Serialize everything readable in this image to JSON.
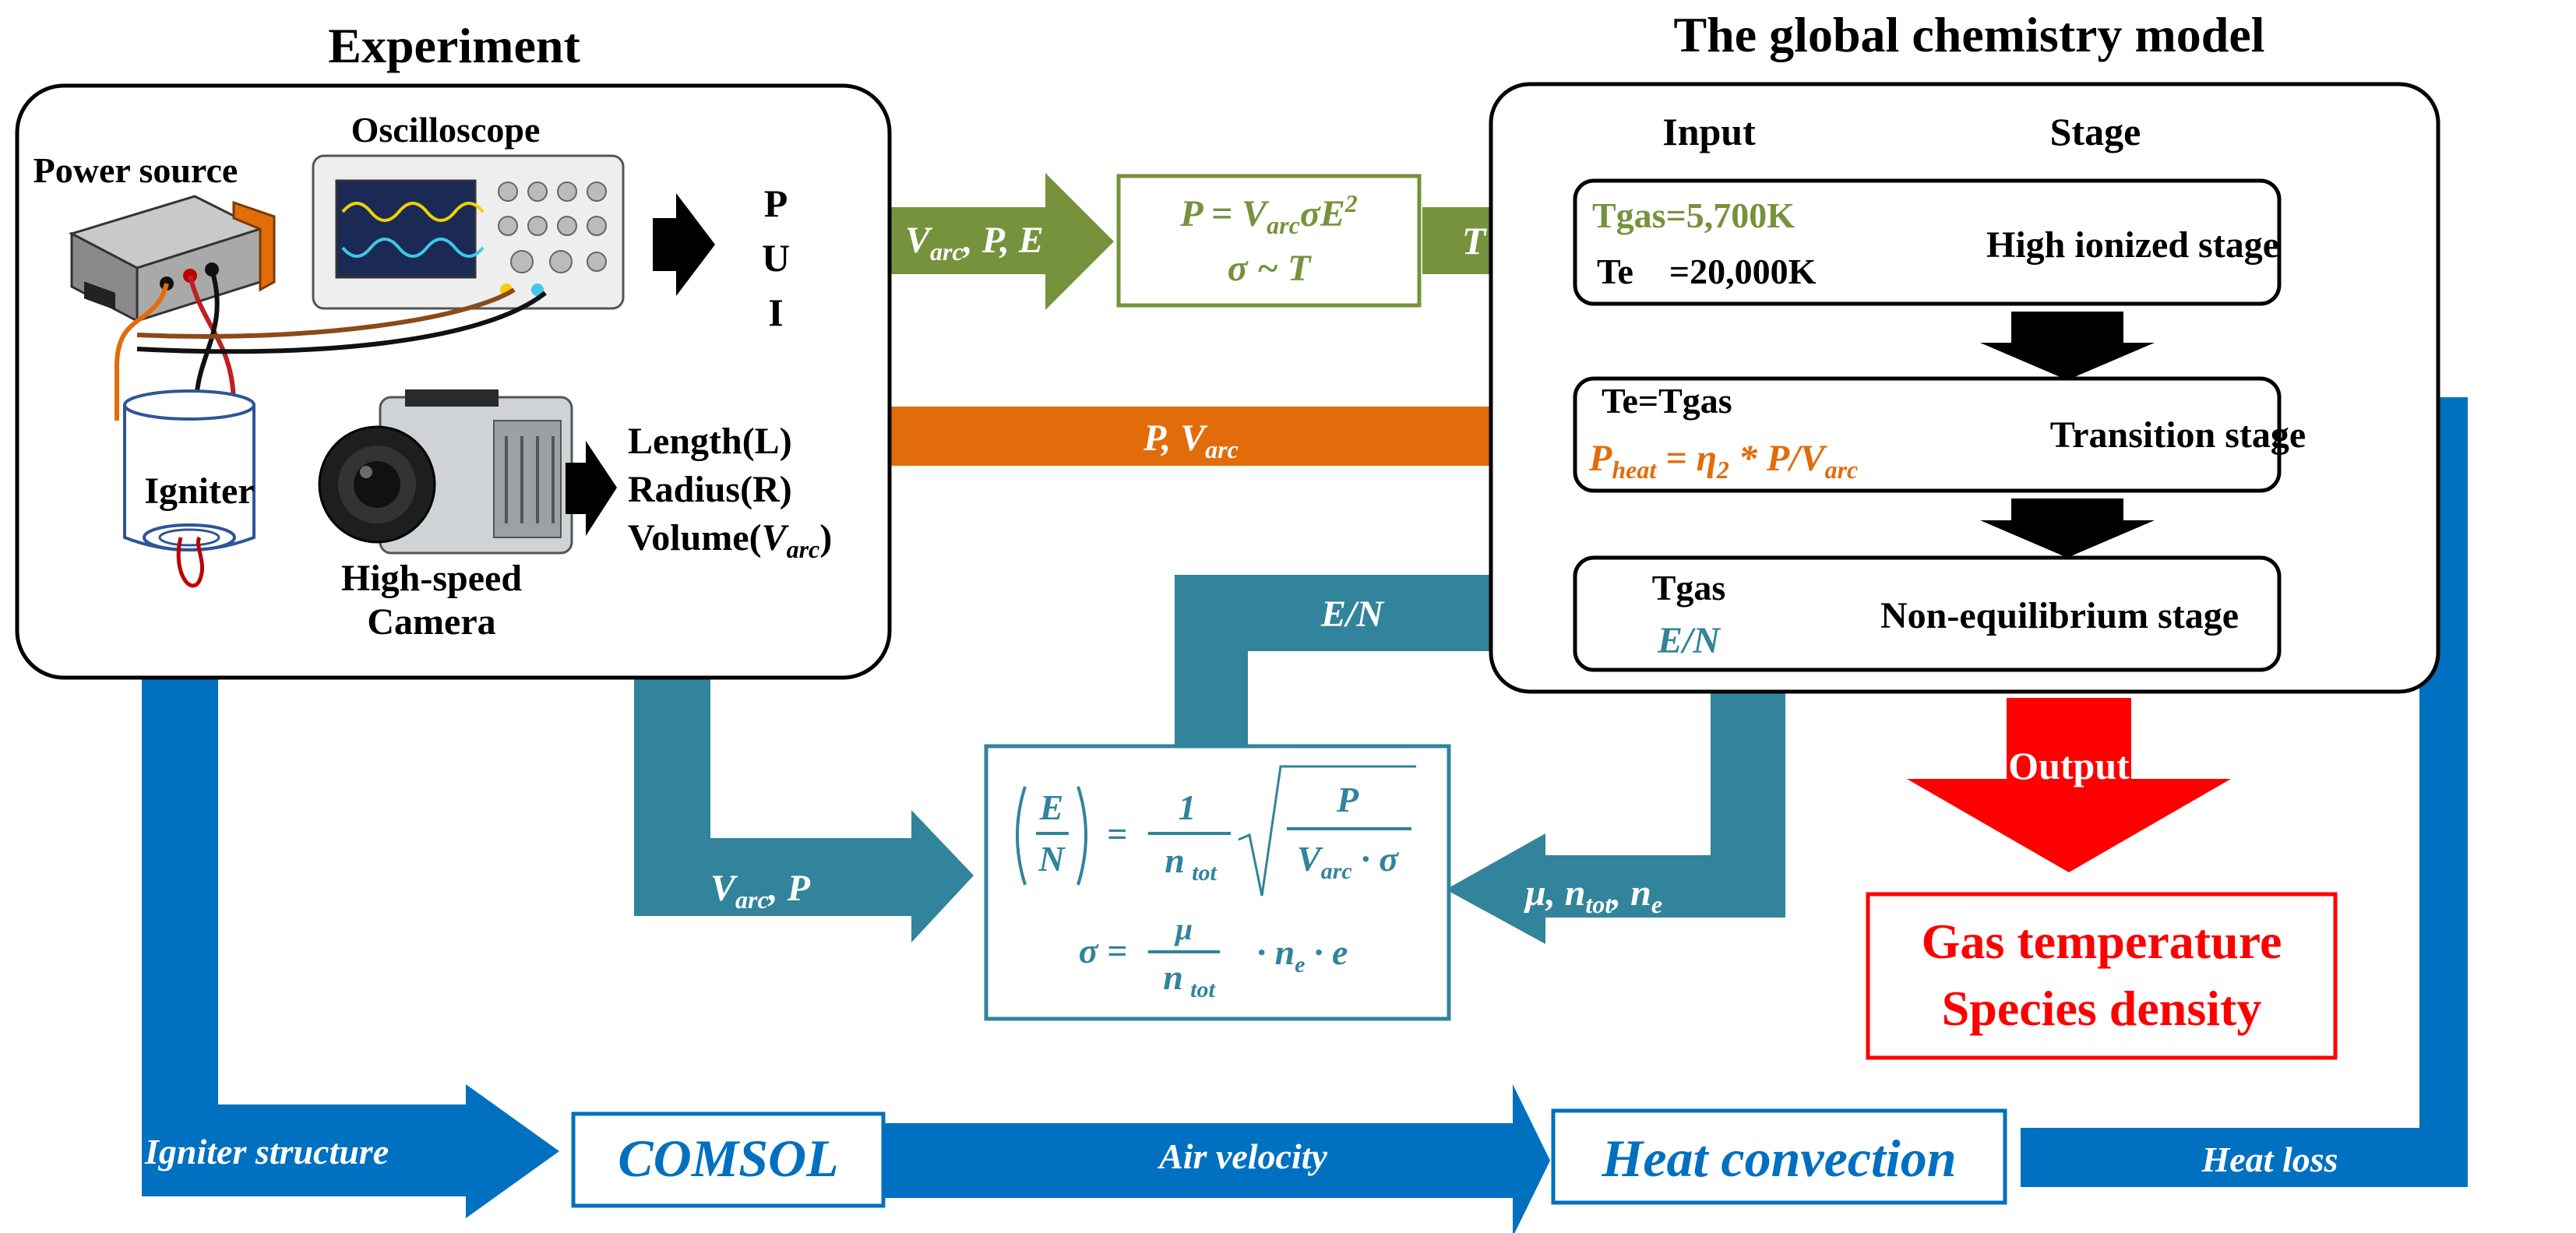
{
  "experiment": {
    "title": "Experiment",
    "power_source_label": "Power source",
    "oscilloscope_label": "Oscilloscope",
    "igniter_label": "Igniter",
    "camera_label_line1": "High-speed",
    "camera_label_line2": "Camera",
    "outputs_pui": [
      "P",
      "U",
      "I"
    ],
    "camera_outputs": [
      "Length(L)",
      "Radius(R)",
      "Volume("
    ],
    "volume_symbol": "V",
    "volume_sub": "arc",
    "volume_close": ")"
  },
  "model": {
    "title": "The global chemistry model",
    "col_input": "Input",
    "col_stage": "Stage",
    "stage1": {
      "input_line1": "Tgas=5,700K",
      "input_line2": "Te    =20,000K",
      "label": "High ionized stage"
    },
    "stage2": {
      "input_line1": "Te=Tgas",
      "label": "Transition stage"
    },
    "stage3": {
      "input_line1": "Tgas",
      "input_line2": "E/N",
      "label": "Non-equilibrium stage"
    },
    "output_label": "Output",
    "results": [
      "Gas temperature",
      "Species density"
    ]
  },
  "green_path": {
    "arrow1_label": "V_arc, P, E",
    "formula_line1": "P = V_arc σ E²",
    "formula_line2": "σ ~ T",
    "arrow2_label": "T"
  },
  "orange_path": {
    "arrow_label": "P, V_arc",
    "heat_formula": "P_heat = η2 * P/V_arc"
  },
  "teal_path": {
    "left_label": "V_arc, P",
    "up_label": "E/N",
    "right_label": "μ, n_tot, n_e",
    "formula_line1": "(E/N) = 1/n_tot · √(P/(V_arc·σ))",
    "formula_line2": "σ = μ/n_tot · n_e · e"
  },
  "blue_path": {
    "igniter_structure": "Igniter structure",
    "comsol": "COMSOL",
    "air_velocity": "Air velocity",
    "heat_convection": "Heat convection",
    "heat_loss": "Heat loss"
  },
  "colors": {
    "green": "#76923c",
    "orange": "#e36c0a",
    "teal": "#31849b",
    "blue": "#0070c0",
    "red": "#ff0000",
    "black": "#000000"
  }
}
